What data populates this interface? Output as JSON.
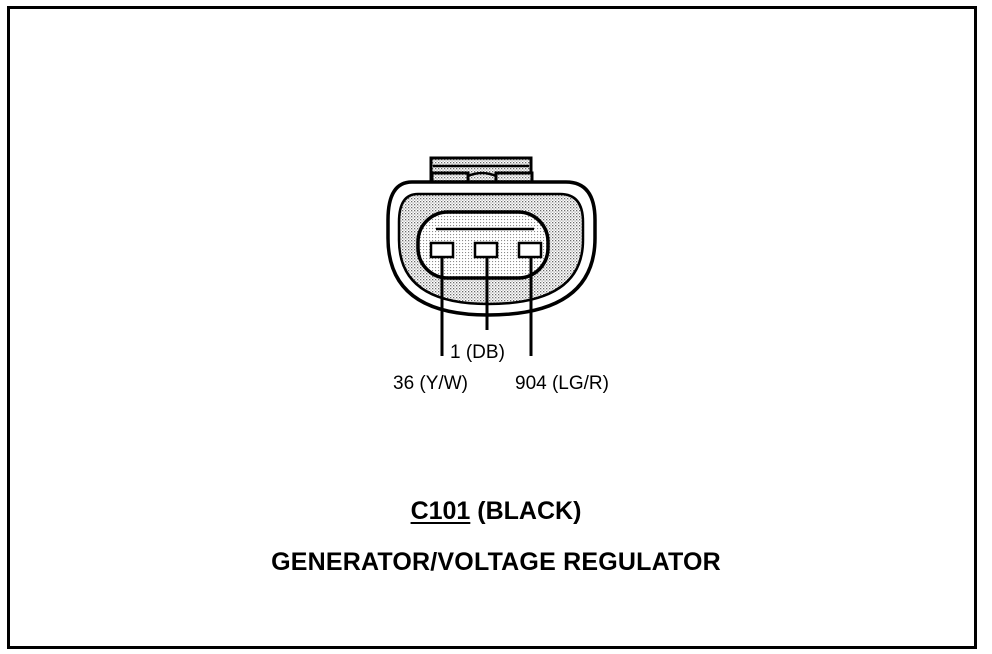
{
  "connector": {
    "id": "C101",
    "color_label": "(BLACK)",
    "description": "GENERATOR/VOLTAGE REGULATOR",
    "pins": [
      {
        "label": "36 (Y/W)"
      },
      {
        "label": "1 (DB)"
      },
      {
        "label": "904 (LG/R)"
      }
    ]
  },
  "colors": {
    "ink": "#000000",
    "background": "#ffffff"
  }
}
